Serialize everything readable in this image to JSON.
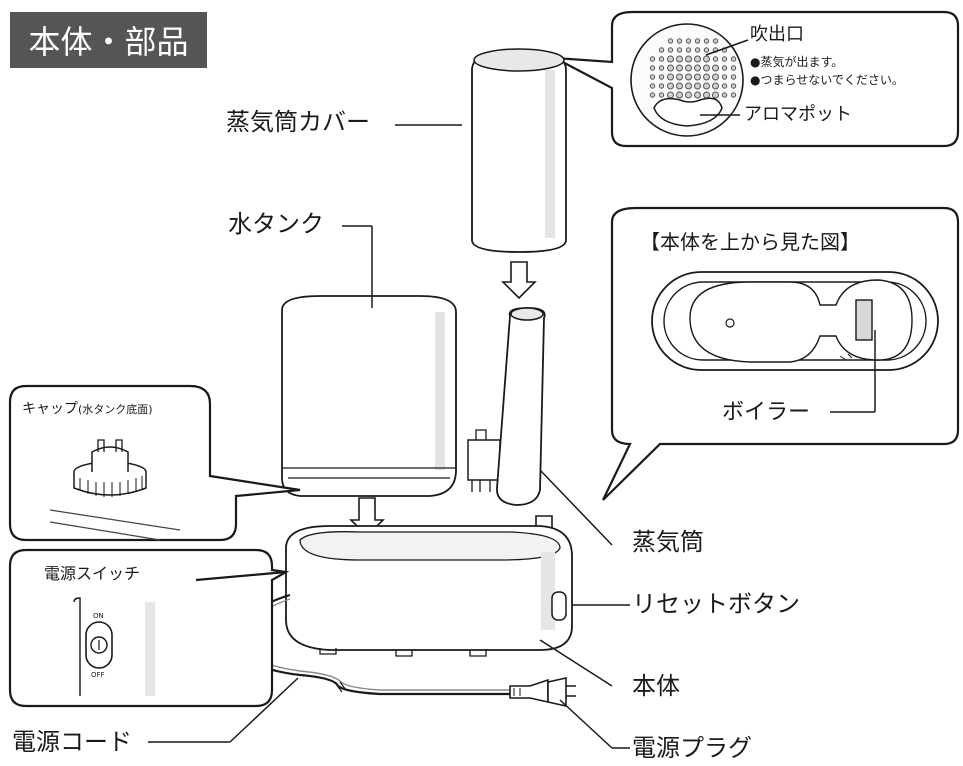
{
  "title": "本体・部品",
  "labels": {
    "steam_cover": "蒸気筒カバー",
    "water_tank": "水タンク",
    "steam_tube": "蒸気筒",
    "reset_button": "リセットボタン",
    "main_body": "本体",
    "power_plug": "電源プラグ",
    "power_cord": "電源コード"
  },
  "outlet_callout": {
    "heading": "吹出口",
    "note1": "●蒸気が出ます。",
    "note2": "●つまらせないでください。",
    "aroma": "アロマポット"
  },
  "top_view_callout": {
    "heading": "【本体を上から見た図】",
    "boiler": "ボイラー"
  },
  "cap_callout": {
    "heading": "キャップ",
    "sub": "(水タンク底面)"
  },
  "switch_callout": {
    "heading": "電源スイッチ",
    "on": "ON",
    "off": "OFF"
  }
}
